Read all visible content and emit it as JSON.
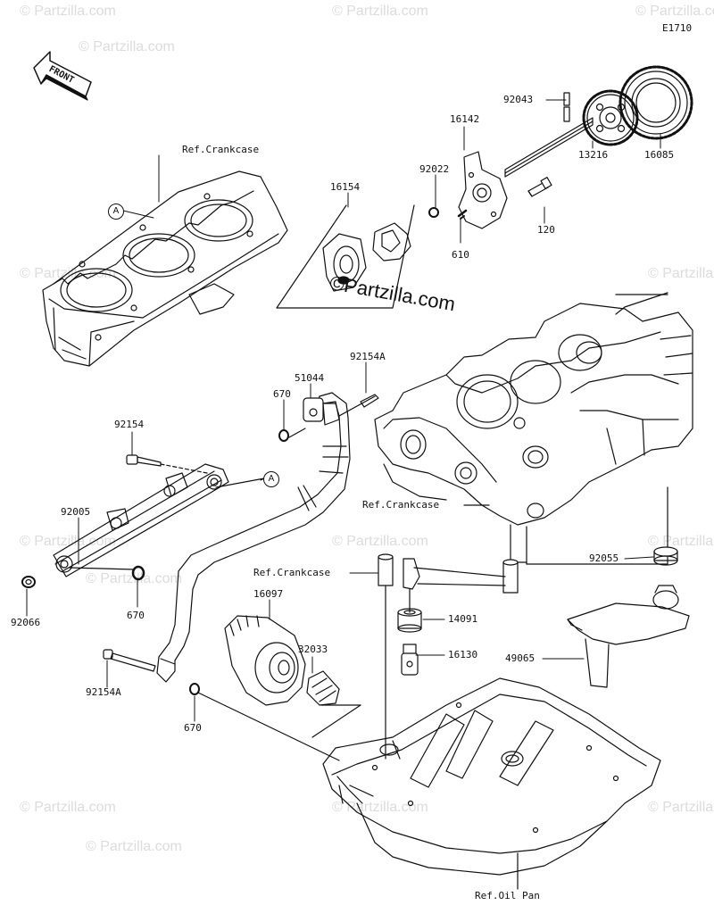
{
  "diagram_code": "E1710",
  "front_label": "FRONT",
  "watermark": "© Partzilla.com",
  "watermark_center": "©Partzilla.com",
  "callout_marker": "A",
  "refs": {
    "crankcase_top": "Ref.Crankcase",
    "crankcase_mid": "Ref.Crankcase",
    "crankcase_left": "Ref.Crankcase",
    "oil_pan": "Ref.Oil Pan"
  },
  "parts": {
    "p92043": "92043",
    "p16142": "16142",
    "p92022": "92022",
    "p16154": "16154",
    "p13216": "13216",
    "p16085": "16085",
    "p120": "120",
    "p610": "610",
    "p92154A_top": "92154A",
    "p51044": "51044",
    "p670_a": "670",
    "p92154": "92154",
    "p92005": "92005",
    "p92066": "92066",
    "p670_b": "670",
    "p92055": "92055",
    "p16097": "16097",
    "p32033": "32033",
    "p14091": "14091",
    "p16130": "16130",
    "p49065": "49065",
    "p92154A_bot": "92154A",
    "p670_c": "670"
  }
}
